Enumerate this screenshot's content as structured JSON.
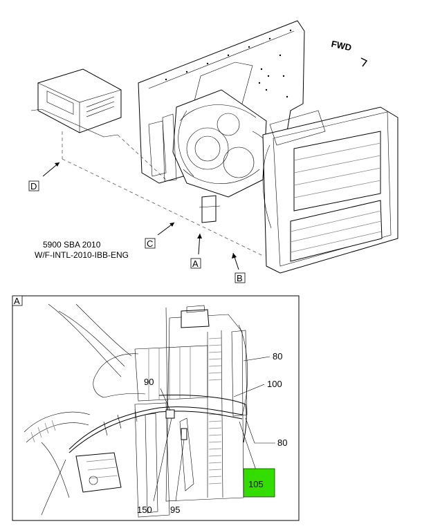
{
  "fwd_label": "FWD",
  "caption": {
    "line1": "5900 SBA 2010",
    "line2": "W/F-INTL-2010-IBB-ENG"
  },
  "view_labels": {
    "a": "A",
    "b": "B",
    "c": "C",
    "d": "D"
  },
  "detail": {
    "title": "A",
    "callouts": {
      "c80_top": "80",
      "c90": "90",
      "c100": "100",
      "c80_bottom": "80",
      "c105": "105",
      "c150": "150",
      "c95": "95"
    },
    "highlight_color": "#33dd00"
  }
}
